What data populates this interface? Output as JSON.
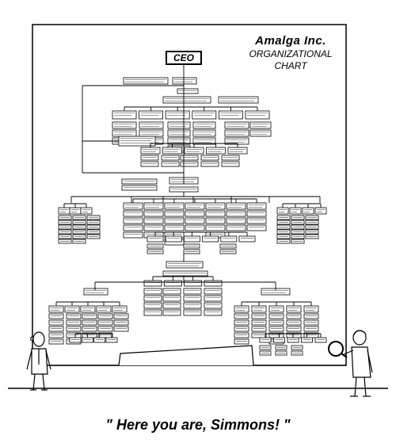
{
  "header": {
    "company_name": "Amalga Inc.",
    "title_line1": "ORGANIZATIONAL",
    "title_line2": "CHART"
  },
  "top_box": {
    "label": "CEO"
  },
  "caption": "\" Here you are, Simmons! \""
}
